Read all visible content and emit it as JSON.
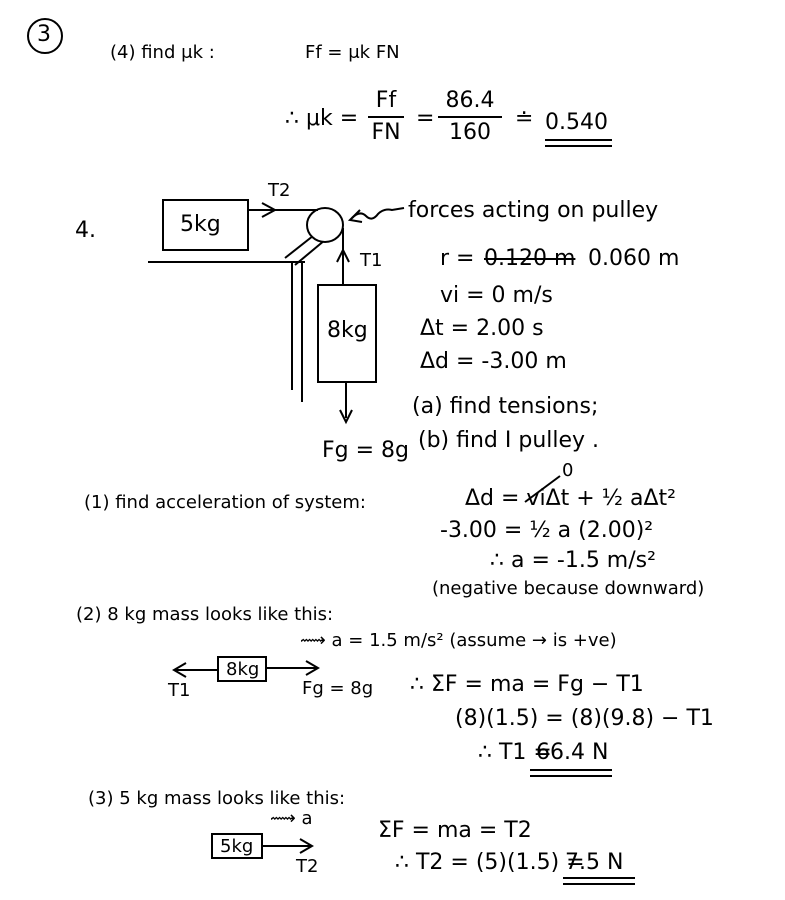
{
  "header": {
    "section_number": "3",
    "part4_label": "(4) find μk :",
    "friction_eq": "Ff = μk FN",
    "mu_result_prefix": "∴ μk =",
    "frac_ff_num": "Ff",
    "frac_ff_den": "FN",
    "equals": "=",
    "frac_val_num": "86.4",
    "frac_val_den": "160",
    "approx": "≐",
    "mu_answer": "0.540"
  },
  "problem4": {
    "number": "4.",
    "block_5kg": "5kg",
    "block_8kg": "8kg",
    "t2_label": "T2",
    "t1_label": "T1",
    "fg_label": "Fg = 8g",
    "pulley_note": "forces acting on pulley",
    "r_prefix": "r =",
    "r_crossed": "0.120 m",
    "r_value": "0.060 m",
    "vi": "vi = 0 m/s",
    "dt": "Δt = 2.00 s",
    "dd": "Δd = -3.00 m",
    "task_a": "(a) find tensions;",
    "task_b": "(b) find I pulley ."
  },
  "step1": {
    "label": "(1) find acceleration of system:",
    "eq1": "Δd = viΔt + ½ aΔt²",
    "zero_mark": "0",
    "eq2": "-3.00 = ½ a (2.00)²",
    "eq3": "∴ a = -1.5 m/s²",
    "note": "(negative because downward)"
  },
  "step2": {
    "label": "(2) 8 kg mass looks like this:",
    "accel_note": "⟿ a = 1.5 m/s²  (assume → is +ve)",
    "block": "8kg",
    "t1": "T1",
    "fg": "Fg = 8g",
    "eq1": "∴ ΣF = ma = Fg − T1",
    "eq2": "(8)(1.5) = (8)(9.8) − T1",
    "eq3_prefix": "∴ T1 =",
    "eq3_answer": "66.4 N"
  },
  "step3": {
    "label": "(3) 5 kg mass looks like this:",
    "accel_note": "⟿ a",
    "block": "5kg",
    "t2": "T2",
    "eq1": "ΣF = ma = T2",
    "eq2_prefix": "∴ T2 = (5)(1.5) =",
    "eq2_answer": "7.5 N"
  }
}
